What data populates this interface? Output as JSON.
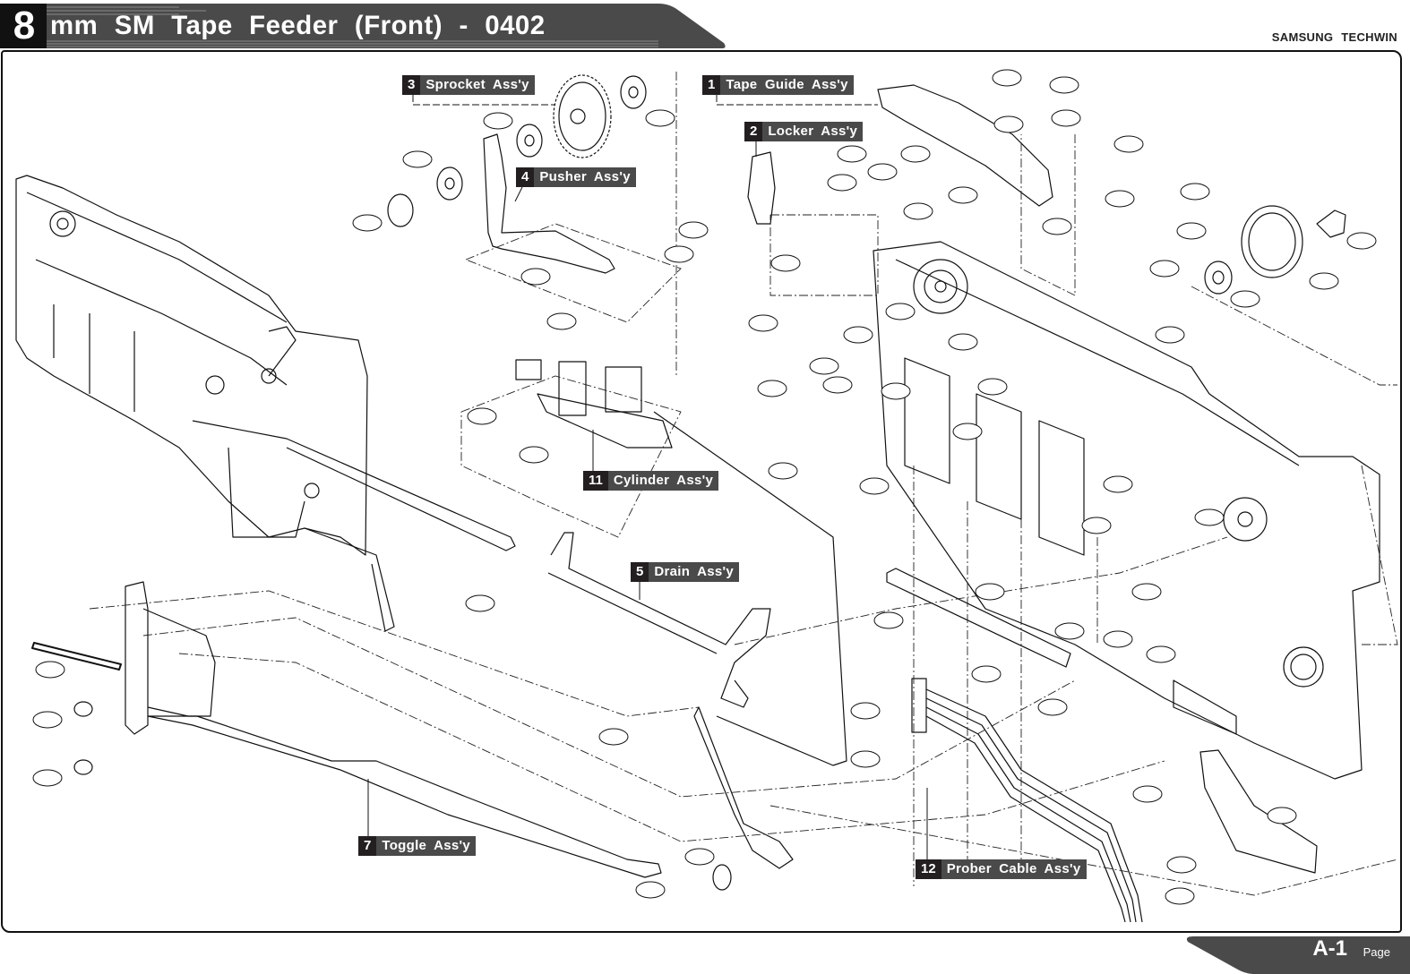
{
  "header": {
    "title_prefix": "8",
    "title": "mm  SM  Tape  Feeder  (Front)  -  0402",
    "brand": "SAMSUNG  TECHWIN"
  },
  "footer": {
    "page_number": "A-1",
    "page_word": "Page"
  },
  "colors": {
    "band": "#4a4a4a",
    "label_number_bg": "#231f20",
    "label_text_bg": "#4a4a4a",
    "line": "#111111"
  },
  "assemblies": [
    {
      "number": "1",
      "name": "Tape  Guide  Ass'y"
    },
    {
      "number": "2",
      "name": "Locker  Ass'y"
    },
    {
      "number": "3",
      "name": "Sprocket  Ass'y"
    },
    {
      "number": "4",
      "name": "Pusher  Ass'y"
    },
    {
      "number": "5",
      "name": "Drain  Ass'y"
    },
    {
      "number": "7",
      "name": "Toggle  Ass'y"
    },
    {
      "number": "11",
      "name": "Cylinder  Ass'y"
    },
    {
      "number": "12",
      "name": "Prober  Cable  Ass'y"
    }
  ]
}
